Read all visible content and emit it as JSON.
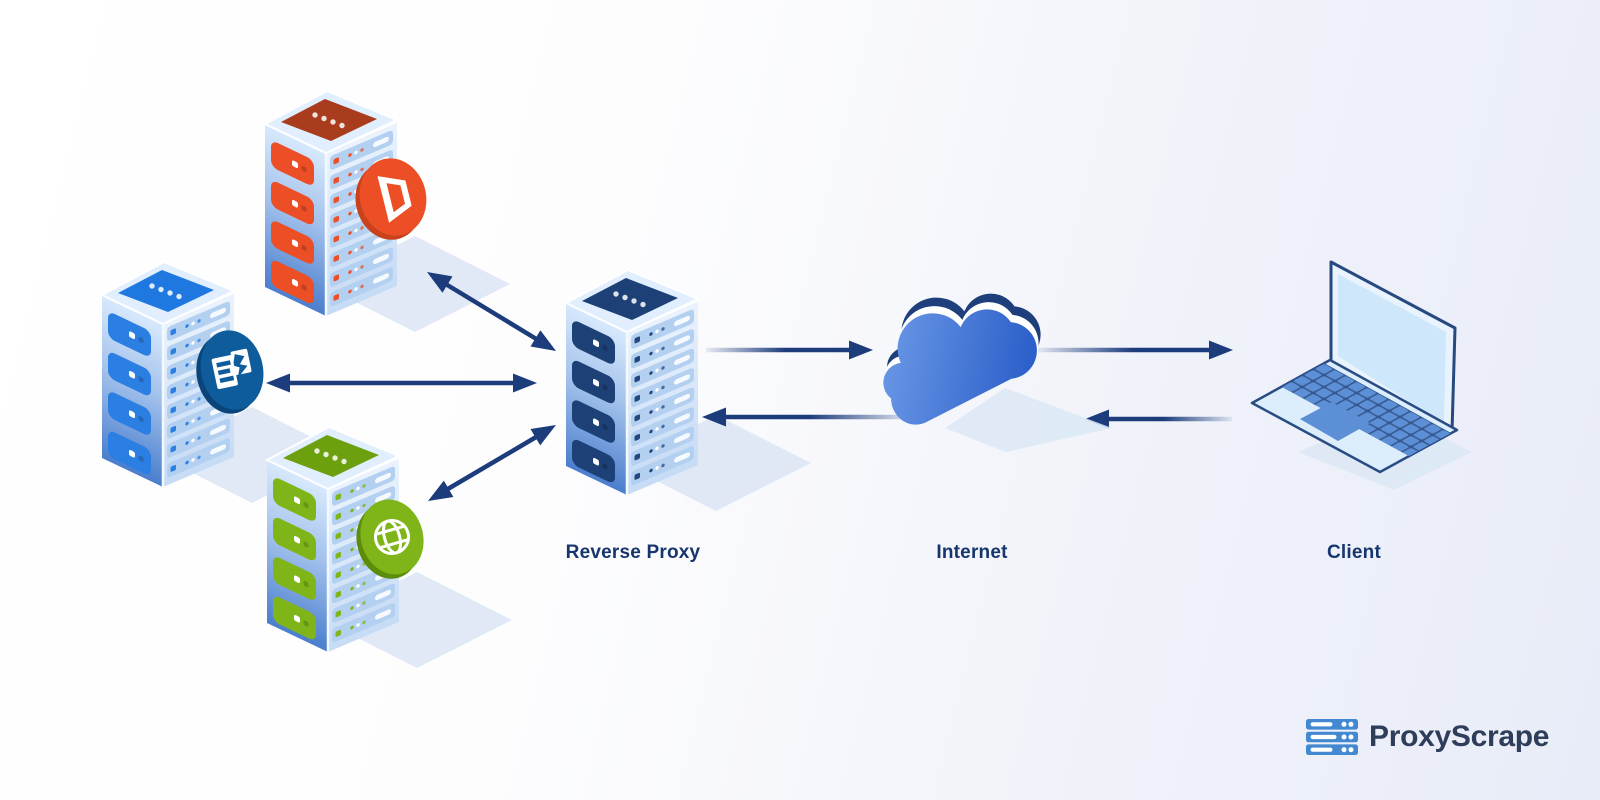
{
  "labels": {
    "reverse_proxy": "Reverse Proxy",
    "internet": "Internet",
    "client": "Client"
  },
  "logo": {
    "brand": "ProxyScrape",
    "icon": "server-stack-icon"
  },
  "nodes": [
    {
      "id": "origin-server-office",
      "type": "server",
      "badge": "office-icon",
      "accent": "#ec4f26"
    },
    {
      "id": "origin-server-exchange",
      "type": "server",
      "badge": "exchange-icon",
      "accent": "#0e5c9c"
    },
    {
      "id": "origin-server-web",
      "type": "server",
      "badge": "globe-icon",
      "accent": "#7fb519"
    },
    {
      "id": "reverse-proxy",
      "type": "server",
      "badge": null,
      "accent": "#1d4076"
    },
    {
      "id": "internet",
      "type": "cloud"
    },
    {
      "id": "client",
      "type": "laptop"
    }
  ],
  "connections": [
    {
      "from": "origin-server-office",
      "to": "reverse-proxy",
      "bidirectional": true
    },
    {
      "from": "origin-server-exchange",
      "to": "reverse-proxy",
      "bidirectional": true
    },
    {
      "from": "origin-server-web",
      "to": "reverse-proxy",
      "bidirectional": true
    },
    {
      "from": "reverse-proxy",
      "to": "internet",
      "bidirectional": false
    },
    {
      "from": "internet",
      "to": "reverse-proxy",
      "bidirectional": false
    },
    {
      "from": "internet",
      "to": "client",
      "bidirectional": false
    },
    {
      "from": "client",
      "to": "internet",
      "bidirectional": false
    }
  ],
  "colors": {
    "arrow": "#1c3c7c",
    "label_text": "#17356d",
    "logo_text": "#2e3d59",
    "logo_icon_blue": "#4289d2",
    "office_accent": "#ec4f26",
    "exchange_accent": "#0e5c9c",
    "web_accent": "#7fb519",
    "proxy_accent": "#1d4076",
    "cloud_front_light": "#6f9ce8",
    "cloud_front_dark": "#2a5ec9",
    "cloud_back": "#1e3f7c",
    "shadow": "#d9e4f4"
  }
}
